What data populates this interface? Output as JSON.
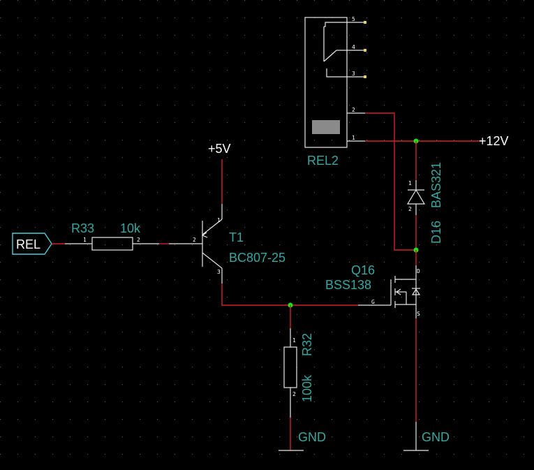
{
  "port": {
    "label": "REL"
  },
  "power": {
    "vcc5": "+5V",
    "vcc12": "+12V",
    "gnd1": "GND",
    "gnd2": "GND"
  },
  "components": {
    "r33": {
      "ref": "R33",
      "value": "10k",
      "pin1": "1",
      "pin2": "2"
    },
    "t1": {
      "ref": "T1",
      "value": "BC807-25",
      "pin1": "1",
      "pin2": "2",
      "pin3": "3"
    },
    "r32": {
      "ref": "R32",
      "value": "100k",
      "pin1": "1",
      "pin2": "2"
    },
    "q16": {
      "ref": "Q16",
      "value": "BSS138",
      "pin_d": "D",
      "pin_g": "G",
      "pin_s": "S"
    },
    "d16": {
      "ref": "D16",
      "value": "BAS321",
      "pin1": "1",
      "pin2": "2"
    },
    "rel2": {
      "ref": "REL2",
      "pin1": "1",
      "pin2": "2",
      "pin3": "3",
      "pin4": "4",
      "pin5": "5"
    }
  },
  "colors": {
    "background": "#000000",
    "wire": "#d0202a",
    "label": "#3aa6a0",
    "junction": "#19e619",
    "part": "#e8e8e8",
    "port": "#4ec9d9"
  }
}
